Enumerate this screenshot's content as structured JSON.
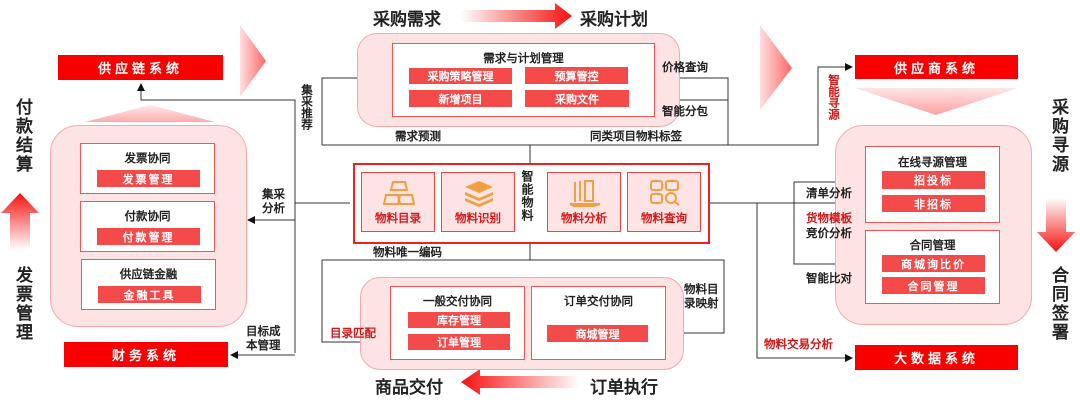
{
  "top_flow": {
    "from": "采购需求",
    "to": "采购计划"
  },
  "bottom_flow": {
    "from": "订单执行",
    "to": "商品交付"
  },
  "left_side": {
    "top_label": "付款结算",
    "bottom_label": "发票管理"
  },
  "right_side": {
    "top_label": "采购寻源",
    "bottom_label": "合同签署"
  },
  "systems": {
    "supply_chain": "供应链系统",
    "finance": "财务系统",
    "supplier": "供应商系统",
    "big_data": "大数据系统"
  },
  "left_panel": {
    "cards": [
      {
        "title": "发票协同",
        "bar": "发票管理"
      },
      {
        "title": "付款协同",
        "bar": "付款管理"
      },
      {
        "title": "供应链金融",
        "bar": "金融工具"
      }
    ]
  },
  "plan_panel": {
    "title": "需求与计划管理",
    "bars": [
      "采购策略管理",
      "预算管控",
      "新增项目",
      "采购文件"
    ]
  },
  "material_panel": {
    "label": "智能物料",
    "cards": [
      {
        "label": "物料目录",
        "icon": "stack-blocks-icon"
      },
      {
        "label": "物料识别",
        "icon": "layers-icon"
      },
      {
        "label": "物料分析",
        "icon": "documents-icon"
      },
      {
        "label": "物料查询",
        "icon": "grid-search-icon"
      }
    ]
  },
  "delivery_panel": {
    "general": {
      "title": "一般交付协同",
      "bars": [
        "库存管理",
        "订单管理"
      ]
    },
    "order": {
      "title": "订单交付协同",
      "bars": [
        "商城管理"
      ]
    }
  },
  "sourcing_panel": {
    "online": {
      "title": "在线寻源管理",
      "bars": [
        "招投标",
        "非招标"
      ]
    },
    "contract": {
      "title": "合同管理",
      "bars": [
        "商城询比价",
        "合同管理"
      ]
    }
  },
  "connectors": {
    "jicai_tuijian": "集采推荐",
    "jicai_fenxi": "集采分析",
    "mubiao_chengben": "目标成本管理",
    "jiage_chaxun": "价格查询",
    "zhineng_fenbao": "智能分包",
    "xuqiu_yuce": "需求预测",
    "tonglei_biaoqian": "同类项目物料标签",
    "weiyi_bianma": "物料唯一编码",
    "mulu_pipei": "目录匹配",
    "mulu_yingshe": "物料目录映射",
    "zhineng_xunyuan": "智能寻源",
    "qingdan_fenxi": "清单分析",
    "huowu_muban": "货物模板",
    "jingjia_fenxi": "竞价分析",
    "zhineng_bidui": "智能比对",
    "jiaoyi_fenxi": "物料交易分析"
  },
  "colors": {
    "primary_red": "#f80000",
    "bar_red": "#f54a4a",
    "panel_pink": "#fde3e4",
    "icon_orange": "#f0a040"
  }
}
